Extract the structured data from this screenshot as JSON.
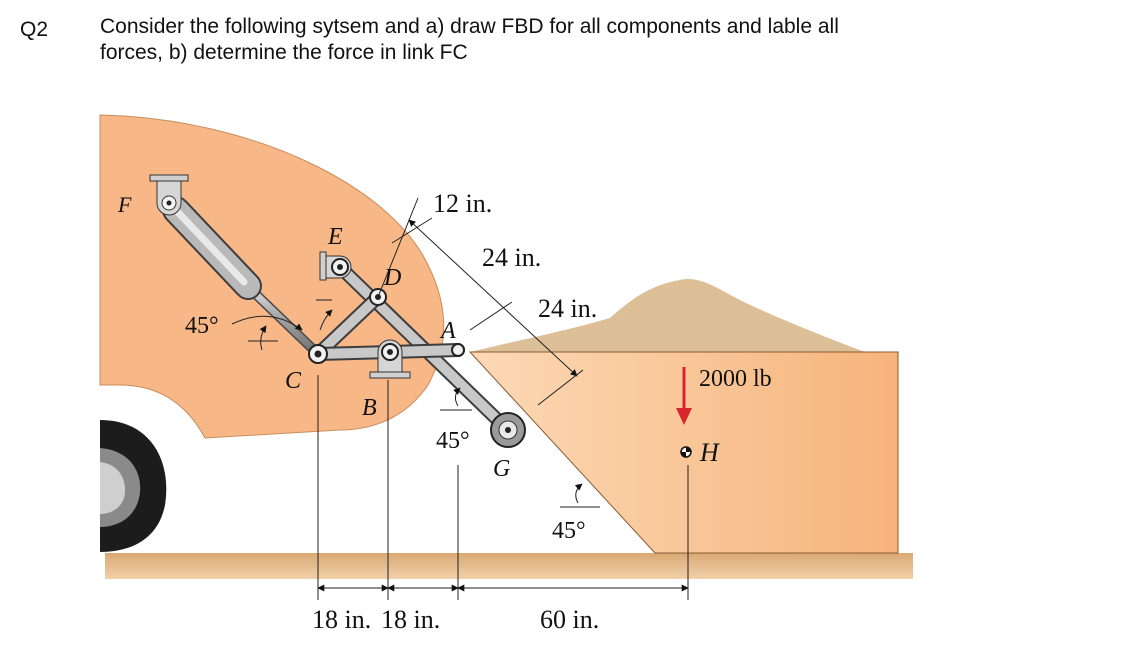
{
  "question": {
    "number": "Q2",
    "text_line1": "Consider the following sytsem and a) draw FBD for all components and lable all",
    "text_line2": "forces, b) determine the force in link FC"
  },
  "labels": {
    "F": "F",
    "E": "E",
    "D": "D",
    "A": "A",
    "C": "C",
    "B": "B",
    "G": "G",
    "H": "H"
  },
  "dimensions": {
    "d12": "12 in.",
    "d24a": "24 in.",
    "d24b": "24 in.",
    "bottom_18a": "18 in.",
    "bottom_18b": "18 in.",
    "bottom_60": "60 in."
  },
  "angles": {
    "left": "45°",
    "lower_mid": "45°",
    "ramp": "45°"
  },
  "load": {
    "value": "2000 lb",
    "color": "#d9262c"
  },
  "colors": {
    "body": "#f7b787",
    "bin_light": "#fbd3ae",
    "bin_dark": "#f5b27a",
    "ground": "#e6b27e",
    "sand": "#dcbf96"
  }
}
